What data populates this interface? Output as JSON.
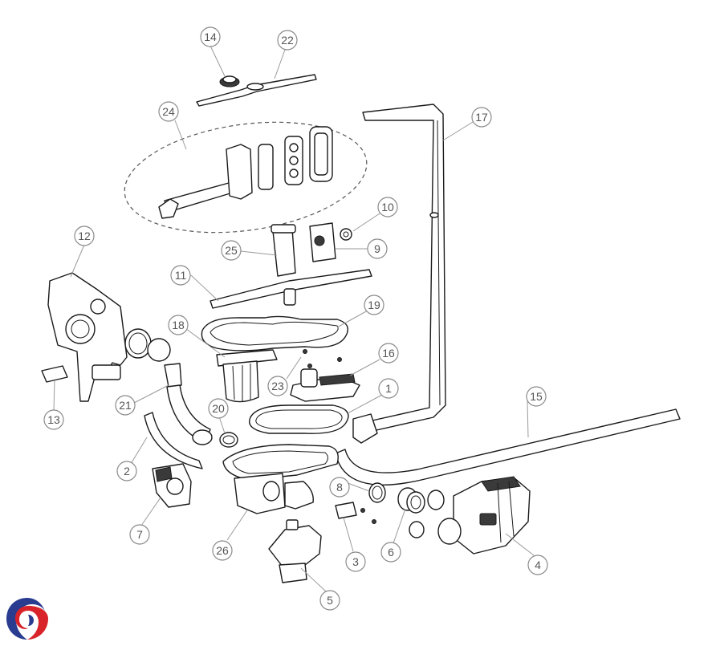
{
  "callouts": [
    {
      "id": "1",
      "label": "1"
    },
    {
      "id": "2",
      "label": "2"
    },
    {
      "id": "3",
      "label": "3"
    },
    {
      "id": "4",
      "label": "4"
    },
    {
      "id": "5",
      "label": "5"
    },
    {
      "id": "6",
      "label": "6"
    },
    {
      "id": "7",
      "label": "7"
    },
    {
      "id": "8",
      "label": "8"
    },
    {
      "id": "9",
      "label": "9"
    },
    {
      "id": "10",
      "label": "10"
    },
    {
      "id": "11",
      "label": "11"
    },
    {
      "id": "12",
      "label": "12"
    },
    {
      "id": "13",
      "label": "13"
    },
    {
      "id": "14",
      "label": "14"
    },
    {
      "id": "15",
      "label": "15"
    },
    {
      "id": "16",
      "label": "16"
    },
    {
      "id": "17",
      "label": "17"
    },
    {
      "id": "18",
      "label": "18"
    },
    {
      "id": "19",
      "label": "19"
    },
    {
      "id": "20",
      "label": "20"
    },
    {
      "id": "21",
      "label": "21"
    },
    {
      "id": "22",
      "label": "22"
    },
    {
      "id": "23",
      "label": "23"
    },
    {
      "id": "24",
      "label": "24"
    },
    {
      "id": "25",
      "label": "25"
    },
    {
      "id": "26",
      "label": "26"
    }
  ],
  "colors": {
    "logo_blue": "#2a3c8f",
    "logo_red": "#d8232a"
  },
  "icons": {
    "brand": "brand-logo-icon"
  }
}
